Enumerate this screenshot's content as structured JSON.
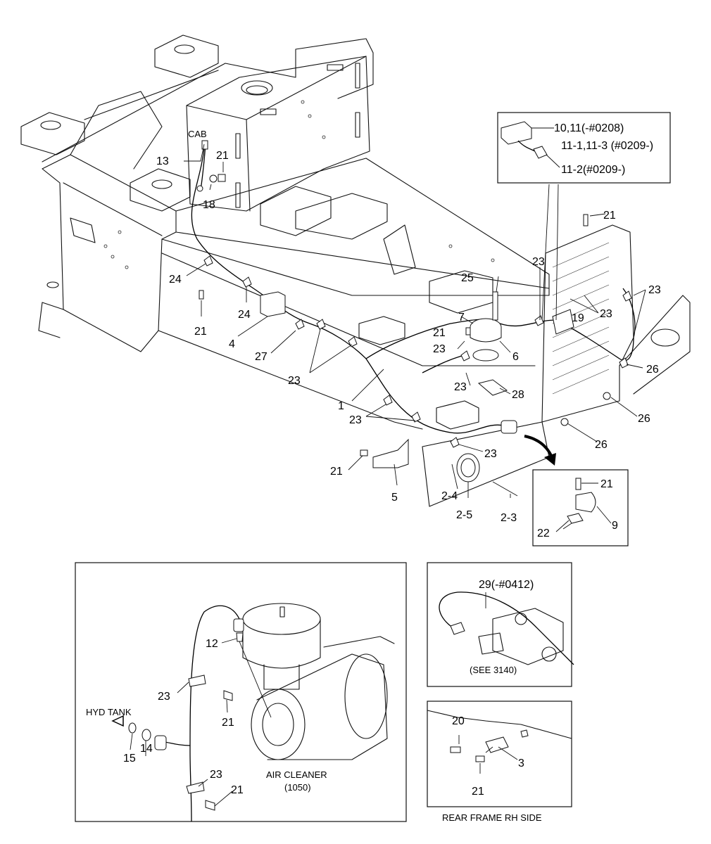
{
  "labels": {
    "cab": "CAB",
    "l13": "13",
    "l21a": "21",
    "l18": "18",
    "l24a": "24",
    "l24b": "24",
    "l21b": "21",
    "l4": "4",
    "l27": "27",
    "l23a": "23",
    "l1": "1",
    "l23b": "23",
    "l21c": "21",
    "l5": "5",
    "l2_4": "2-4",
    "l2_5": "2-5",
    "l2_3": "2-3",
    "l23c": "23",
    "l25": "25",
    "l7": "7",
    "l21d": "21",
    "l23d": "23",
    "l6": "6",
    "l23e": "23",
    "l28": "28",
    "l23f": "23",
    "l19": "19",
    "l23g": "23",
    "l23h": "23",
    "l26a": "26",
    "l26b": "26",
    "l26c": "26",
    "l21e": "21",
    "l10_11": "10,11(-#0208)",
    "l11_1": "11-1,11-3 (#0209-)",
    "l11_2": "11-2(#0209-)",
    "l21f": "21",
    "l22": "22",
    "l9": "9"
  },
  "inset_air_cleaner": {
    "l12": "12",
    "l23a": "23",
    "l21a": "21",
    "hyd_tank": "HYD TANK",
    "l15": "15",
    "l14": "14",
    "l23b": "23",
    "l21b": "21",
    "air_cleaner": "AIR CLEANER",
    "air_cleaner_ref": "(1050)"
  },
  "inset_29": {
    "l29": "29(-#0412)",
    "see": "(SEE 3140)"
  },
  "inset_rear_frame": {
    "l20": "20",
    "l3": "3",
    "l21": "21",
    "caption": "REAR FRAME RH SIDE"
  }
}
